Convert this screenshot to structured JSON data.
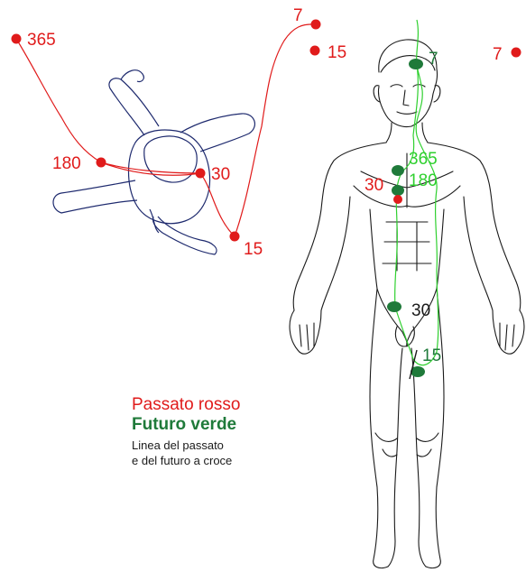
{
  "legend": {
    "past": "Passato rosso",
    "future": "Futuro verde",
    "note_line1": "Linea del passato",
    "note_line2": "e del futuro a croce"
  },
  "topview_labels": {
    "p365": "365",
    "p7": "7",
    "p15_top": "15",
    "p180": "180",
    "p30": "30",
    "p15_low": "15"
  },
  "front_labels": {
    "right_7": "7",
    "head_7": "7",
    "chest_365": "365",
    "chest_180": "180",
    "chest_30": "30",
    "pelvis_30": "30",
    "thigh_15": "15"
  },
  "colors": {
    "past": "#e01b1b",
    "future_line": "#2fd02f",
    "future_dot": "#1f7a3a",
    "outline": "#1e2a6e"
  }
}
